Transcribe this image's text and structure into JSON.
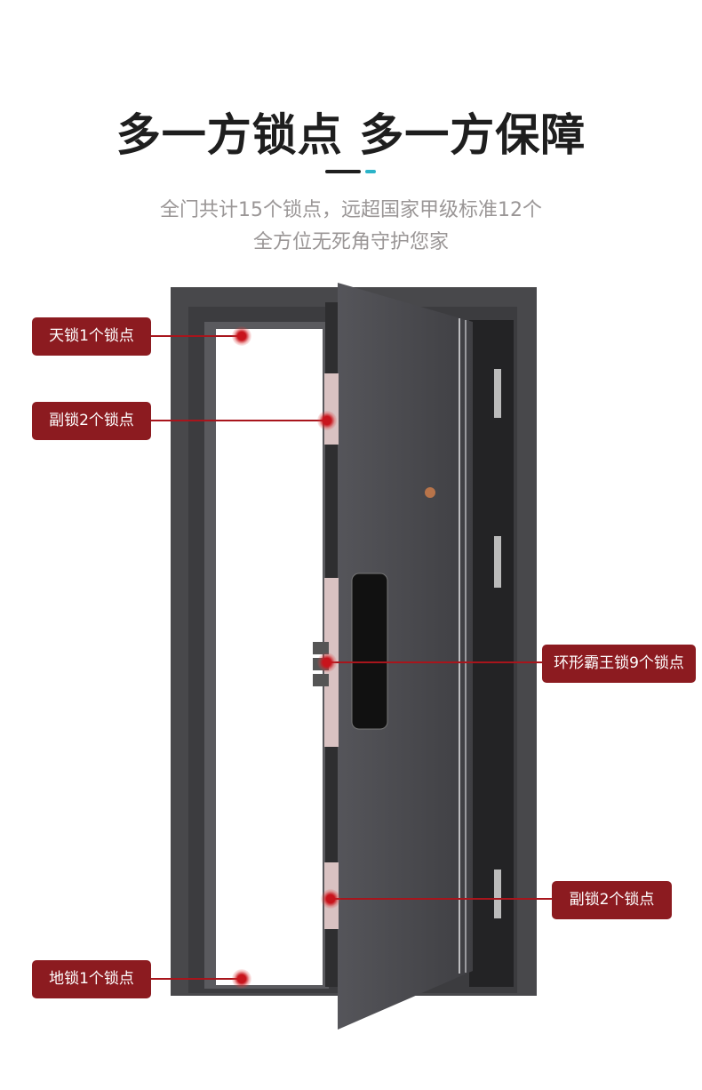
{
  "title": "多一方锁点 多一方保障",
  "subtitle_line1": "全门共计15个锁点，远超国家甲级标准12个",
  "subtitle_line2": "全方位无死角守护您家",
  "labels": {
    "top_lock": "天锁1个锁点",
    "upper_aux_lock": "副锁2个锁点",
    "main_lock": "环形霸王锁9个锁点",
    "lower_aux_lock": "副锁2个锁点",
    "ground_lock": "地锁1个锁点"
  },
  "colors": {
    "label_bg": "#8c1b20",
    "accent": "#2bb3c8",
    "door": "#4d4d50"
  }
}
